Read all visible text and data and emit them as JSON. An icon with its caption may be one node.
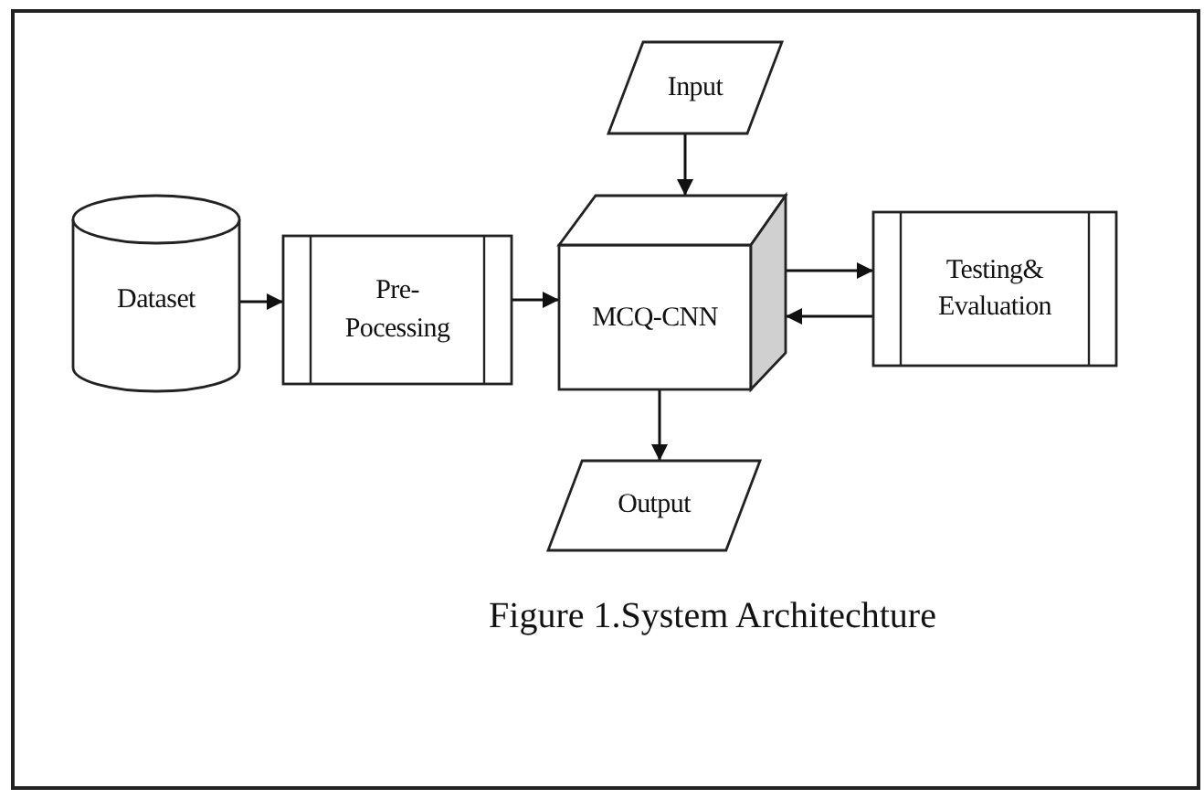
{
  "diagram": {
    "caption": "Figure 1.System Architechture",
    "nodes": [
      {
        "text": [
          "Input"
        ]
      },
      {
        "text": [
          "Dataset"
        ]
      },
      {
        "text": [
          "Pre- Pocessing"
        ]
      },
      {
        "text": [
          "MCQ-CNN"
        ]
      },
      {
        "text": [
          "Testing& Evaluation"
        ]
      },
      {
        "text": [
          "Output"
        ]
      }
    ],
    "edges": [
      {
        "from": 1,
        "to": 2,
        "arrow": "to"
      },
      {
        "from": 2,
        "to": 3,
        "arrow": "to"
      },
      {
        "from": 0,
        "to": 3,
        "arrow": "to"
      },
      {
        "from": 3,
        "to": 4,
        "arrow": "to"
      },
      {
        "from": 4,
        "to": 3,
        "arrow": "to"
      },
      {
        "from": 3,
        "to": 5,
        "arrow": "to"
      }
    ]
  }
}
